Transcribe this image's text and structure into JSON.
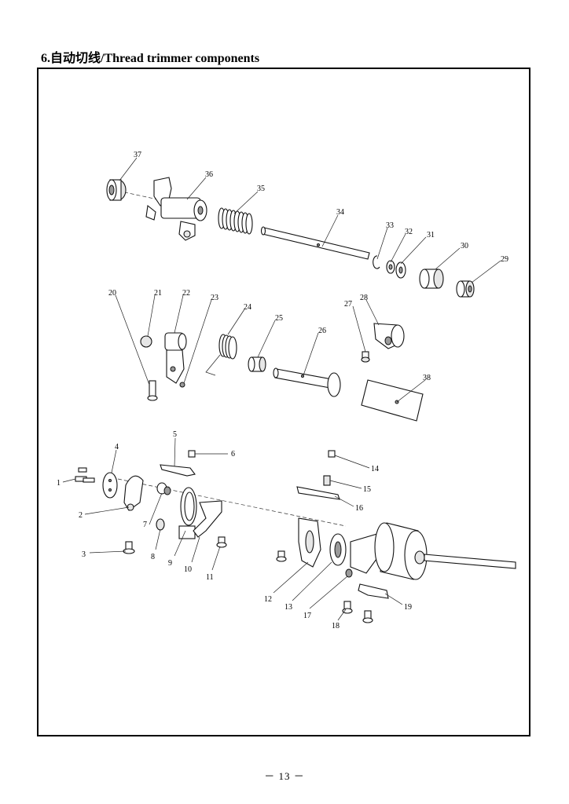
{
  "page": {
    "title": "6.自动切线/Thread trimmer components",
    "footer": "－ 13 －"
  },
  "diagram": {
    "callouts": [
      "1",
      "2",
      "3",
      "4",
      "5",
      "6",
      "7",
      "8",
      "9",
      "10",
      "11",
      "12",
      "13",
      "14",
      "15",
      "16",
      "17",
      "18",
      "19",
      "20",
      "21",
      "22",
      "23",
      "24",
      "25",
      "26",
      "27",
      "28",
      "29",
      "30",
      "31",
      "32",
      "33",
      "34",
      "35",
      "36",
      "37",
      "38"
    ]
  }
}
